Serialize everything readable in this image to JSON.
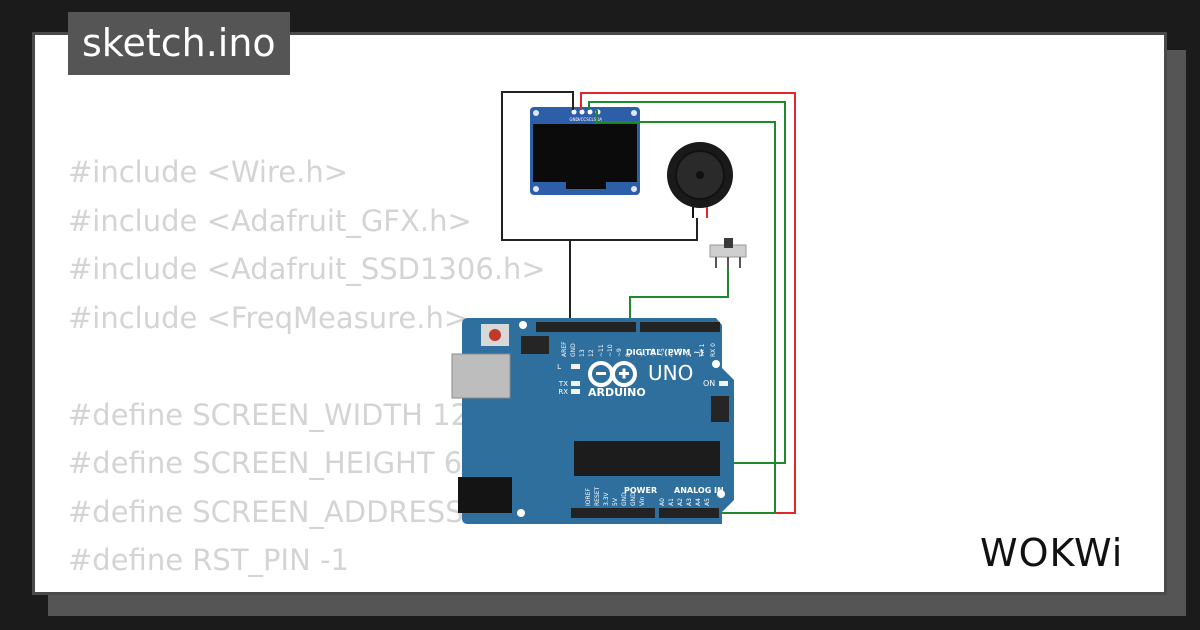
{
  "project": {
    "title": "sketch.ino"
  },
  "code": {
    "lines": [
      "#include <Wire.h>",
      "#include <Adafruit_GFX.h>",
      "#include <Adafruit_SSD1306.h>",
      "#include <FreqMeasure.h>",
      "",
      "#define SCREEN_WIDTH 12",
      "#define SCREEN_HEIGHT 6",
      "#define SCREEN_ADDRESS",
      "#define RST_PIN -1"
    ]
  },
  "board": {
    "brand": "ARDUINO",
    "model": "UNO",
    "digital_label": "DIGITAL (PWM ~)",
    "power_label": "POWER",
    "analog_label": "ANALOG IN",
    "on_label": "ON",
    "led_l": "L",
    "led_tx": "TX",
    "led_rx": "RX",
    "aref": "AREF",
    "gnd": "GND",
    "top_pins": [
      "13",
      "12",
      "~11",
      "~10",
      "~9",
      "8",
      "7",
      "~6",
      "~5",
      "4",
      "~3",
      "2",
      "TX 1",
      "RX 0"
    ],
    "power_pins": [
      "IOREF",
      "RESET",
      "3.3V",
      "5V",
      "GND",
      "GND",
      "Vin"
    ],
    "analog_pins": [
      "A0",
      "A1",
      "A2",
      "A3",
      "A4",
      "A5"
    ]
  },
  "oled": {
    "pins": [
      "GND",
      "VCC",
      "SCL",
      "SDA"
    ]
  },
  "wire_colors": {
    "black": "#222222",
    "red": "#e3262a",
    "green": "#1f8a2d"
  },
  "branding": {
    "logo": "WOKWi"
  }
}
